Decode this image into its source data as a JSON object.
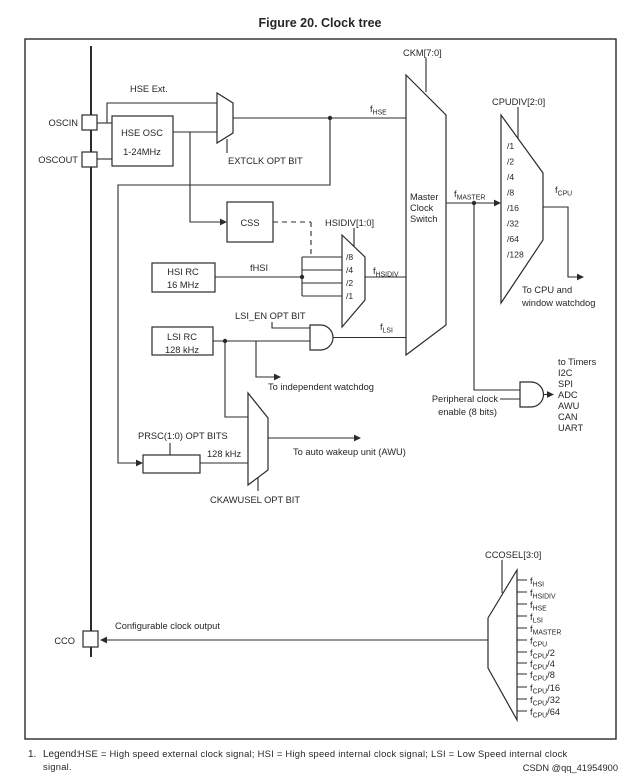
{
  "title": "Figure 20. Clock tree",
  "colors": {
    "ink": "#2b2b2b",
    "watermark": "#b9b9b9"
  },
  "pins": {
    "oscin": "OSCIN",
    "oscout": "OSCOUT",
    "cco": "CCO"
  },
  "blocks": {
    "hse_osc": {
      "name": "HSE OSC",
      "range": "1-24MHz"
    },
    "css": {
      "name": "CSS"
    },
    "hsi_rc": {
      "name": "HSI RC",
      "freq": "16 MHz"
    },
    "lsi_rc": {
      "name": "LSI RC",
      "freq": "128 kHz"
    },
    "master_switch": {
      "line1": "Master",
      "line2": "Clock",
      "line3": "Switch"
    }
  },
  "signals": {
    "hse_ext": "HSE Ext.",
    "fhsi": "fHSI",
    "f_hse": {
      "pre": "f",
      "sub": "HSE"
    },
    "f_hsidiv": {
      "pre": "f",
      "sub": "HSIDIV"
    },
    "f_lsi": {
      "pre": "f",
      "sub": "LSI"
    },
    "f_master": {
      "pre": "f",
      "sub": "MASTER"
    },
    "f_cpu": {
      "pre": "f",
      "sub": "CPU"
    },
    "prsc_out": "128 kHz"
  },
  "selects": {
    "extclk": "EXTCLK OPT BIT",
    "ckm": "CKM[7:0]",
    "hsidiv": "HSIDIV[1:0]",
    "cpudiv": "CPUDIV[2:0]",
    "lsi_en": "LSI_EN OPT BIT",
    "prsc": "PRSC(1:0) OPT BITS",
    "ckawusel": "CKAWUSEL OPT BIT",
    "ccosel": "CCOSEL[3:0]"
  },
  "hsidiv_dividers": [
    "/8",
    "/4",
    "/2",
    "/1"
  ],
  "cpudiv_dividers": [
    "/1",
    "/2",
    "/4",
    "/8",
    "/16",
    "/32",
    "/64",
    "/128"
  ],
  "destinations": {
    "to_cpu_line1": "To CPU and",
    "to_cpu_line2": "window watchdog",
    "to_iwdg": "To independent watchdog",
    "to_awu": "To auto wakeup unit (AWU)",
    "cco_desc": "Configurable clock output",
    "periph_line1": "Peripheral clock",
    "periph_line2": "enable (8 bits)"
  },
  "periph_outputs": [
    "to Timers",
    "I2C",
    "SPI",
    "ADC",
    "AWU",
    "CAN",
    "UART"
  ],
  "cco_inputs": [
    {
      "pre": "f",
      "sub": "HSI"
    },
    {
      "pre": "f",
      "sub": "HSIDIV"
    },
    {
      "pre": "f",
      "sub": "HSE"
    },
    {
      "pre": "f",
      "sub": "LSI"
    },
    {
      "pre": "f",
      "sub": "MASTER"
    },
    {
      "pre": "f",
      "sub": "CPU"
    },
    {
      "pre": "f",
      "sub": "CPU",
      "post": "/2"
    },
    {
      "pre": "f",
      "sub": "CPU",
      "post": "/4"
    },
    {
      "pre": "f",
      "sub": "CPU",
      "post": "/8"
    },
    {
      "pre": "f",
      "sub": "CPU",
      "post": "/16"
    },
    {
      "pre": "f",
      "sub": "CPU",
      "post": "/32"
    },
    {
      "pre": "f",
      "sub": "CPU",
      "post": "/64"
    }
  ],
  "legend": {
    "number": "1.",
    "label": "Legend:",
    "line1": "HSE = High speed external clock signal; HSI = High speed internal clock signal; LSI = Low Speed internal clock",
    "line2": "signal."
  },
  "watermark": "CSDN @qq_41954900"
}
